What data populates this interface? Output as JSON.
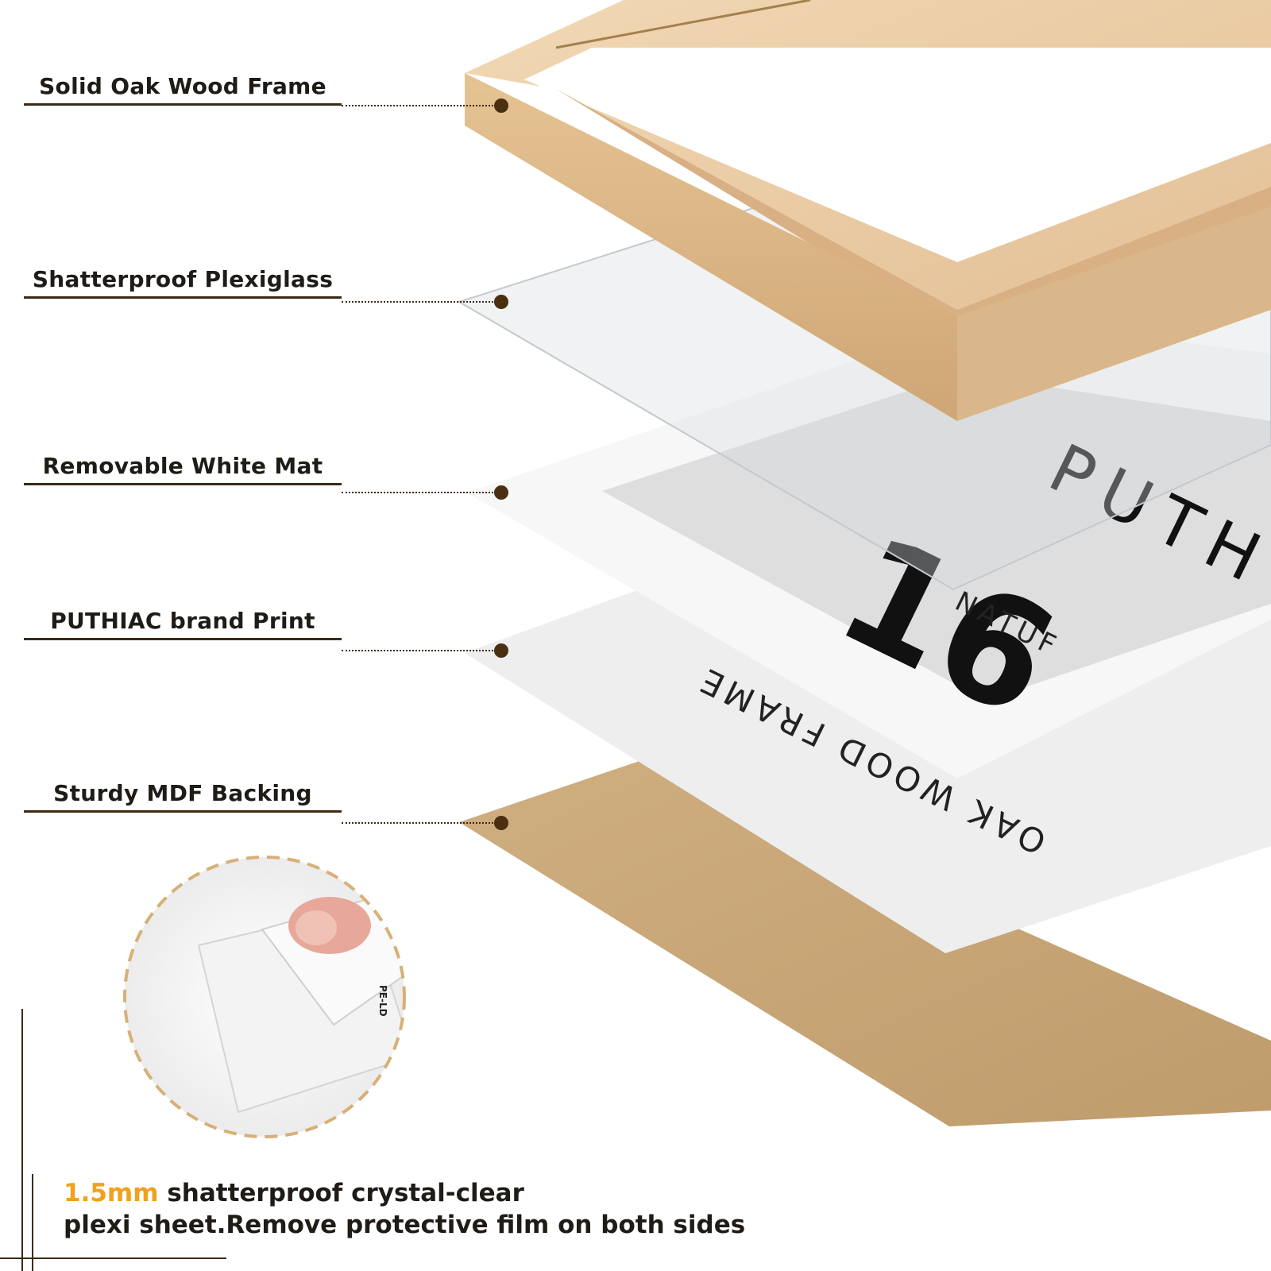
{
  "labels": {
    "frame": "Solid Oak Wood Frame",
    "plexiglass": "Shatterproof Plexiglass",
    "mat": "Removable White Mat",
    "print": "PUTHIAC brand Print",
    "backing": "Sturdy MDF Backing"
  },
  "print_text": {
    "brand": "PUTH",
    "line1": "NATUF",
    "size": "16",
    "line2": "OAK WOOD FRAME"
  },
  "film_text": "PE-LD",
  "caption": {
    "highlight": "1.5mm",
    "line1_rest": " shatterproof crystal-clear",
    "line2": "plexi sheet.Remove protective film on both sides"
  },
  "colors": {
    "accent": "#f0a11e",
    "line_brown": "#3b2a14",
    "oak": "#e9c9a0",
    "mdf": "#c9a778"
  }
}
